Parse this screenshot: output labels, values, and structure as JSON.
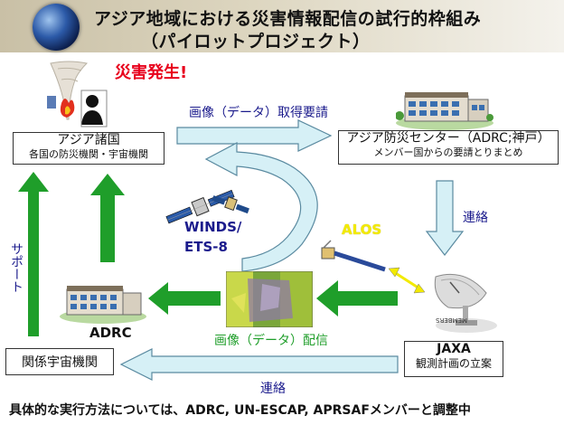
{
  "header": {
    "title_line1": "アジア地域における災害情報配信の試行的枠組み",
    "title_line2": "（パイロットプロジェクト）"
  },
  "disaster_label": "災害発生!",
  "nodes": {
    "asia_countries": {
      "title": "アジア諸国",
      "subtitle": "各国の防災機関・宇宙機関"
    },
    "adrc_center": {
      "title": "アジア防災センター（ADRC;神戸）",
      "subtitle": "メンバー国からの要請とりまとめ"
    },
    "space_agencies": {
      "title": "関係宇宙機関"
    },
    "jaxa": {
      "title": "JAXA",
      "subtitle": "観測計画の立案"
    },
    "adrc": {
      "title": "ADRC"
    }
  },
  "labels": {
    "request": "画像（データ）取得要請",
    "contact_right": "連絡",
    "contact_bottom": "連絡",
    "support": "サポート",
    "distribution": "画像（データ）配信",
    "winds": "WINDS/",
    "ets8": "ETS-8",
    "alos": "ALOS",
    "members": "MEMBERS"
  },
  "footer": "具体的な実行方法については、ADRC, UN-ESCAP, APRSAFメンバーと調整中",
  "colors": {
    "green_arrow": "#1f9e2a",
    "light_blue_arrow": "#d6f0f6",
    "arrow_outline": "#5a8aa0",
    "disaster_red": "#e8001c",
    "label_blue": "#1a1a8c",
    "alos_yellow": "#f2ea00"
  }
}
